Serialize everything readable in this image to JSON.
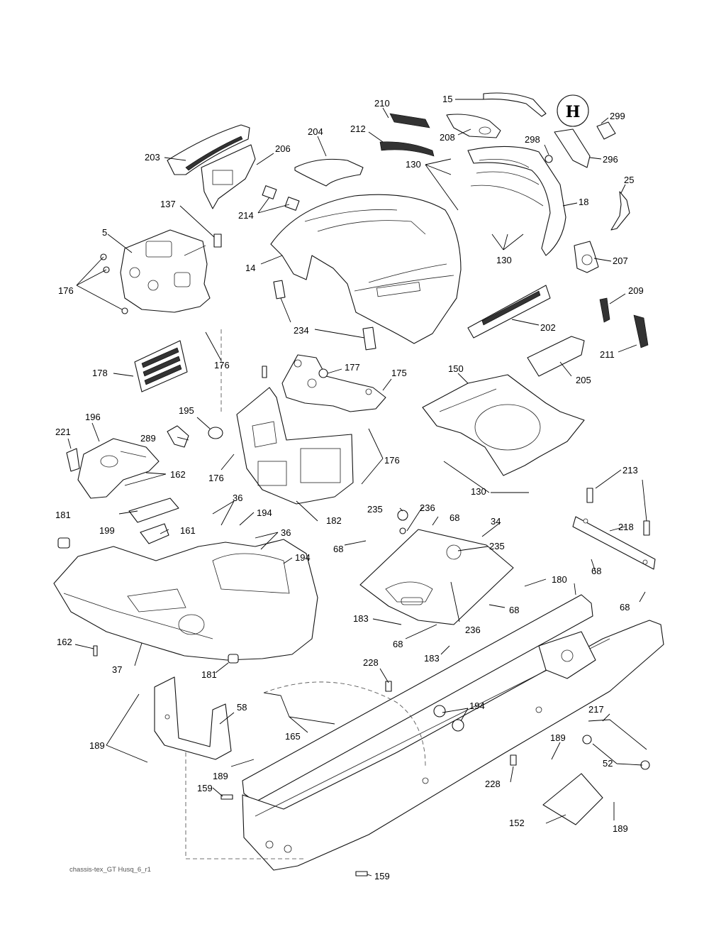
{
  "footer_text": "chassis-tex_GT Husq_6_r1",
  "labels": {
    "l15": "15",
    "l210": "210",
    "l299": "299",
    "l204": "204",
    "l212": "212",
    "l208": "208",
    "l298": "298",
    "l296": "296",
    "l203": "203",
    "l206": "206",
    "l130a": "130",
    "l25": "25",
    "l18": "18",
    "l137": "137",
    "l214": "214",
    "l5": "5",
    "l14": "14",
    "l130b": "130",
    "l207": "207",
    "l176a": "176",
    "l209": "209",
    "l234": "234",
    "l202": "202",
    "l211": "211",
    "l176b": "176",
    "l177": "177",
    "l178": "178",
    "l175": "175",
    "l150": "150",
    "l205": "205",
    "l195": "195",
    "l196": "196",
    "l221": "221",
    "l289": "289",
    "l162a": "162",
    "l176c": "176",
    "l176d": "176",
    "l130c": "130",
    "l213": "213",
    "l218": "218",
    "l36a": "36",
    "l194a": "194",
    "l181a": "181",
    "l182": "182",
    "l235a": "235",
    "l236a": "236",
    "l68a": "68",
    "l34": "34",
    "l199": "199",
    "l161": "161",
    "l36b": "36",
    "l194b": "194",
    "l68b": "68",
    "l235b": "235",
    "l68c": "68",
    "l180": "180",
    "l68d": "68",
    "l68e": "68",
    "l183a": "183",
    "l162b": "162",
    "l68f": "68",
    "l236b": "236",
    "l183b": "183",
    "l37": "37",
    "l181b": "181",
    "l228a": "228",
    "l58": "58",
    "l194c": "194",
    "l217": "217",
    "l189a": "189",
    "l165": "165",
    "l189b": "189",
    "l52": "52",
    "l189c": "189",
    "l228b": "228",
    "l159a": "159",
    "l152": "152",
    "l189d": "189",
    "l159b": "159"
  }
}
